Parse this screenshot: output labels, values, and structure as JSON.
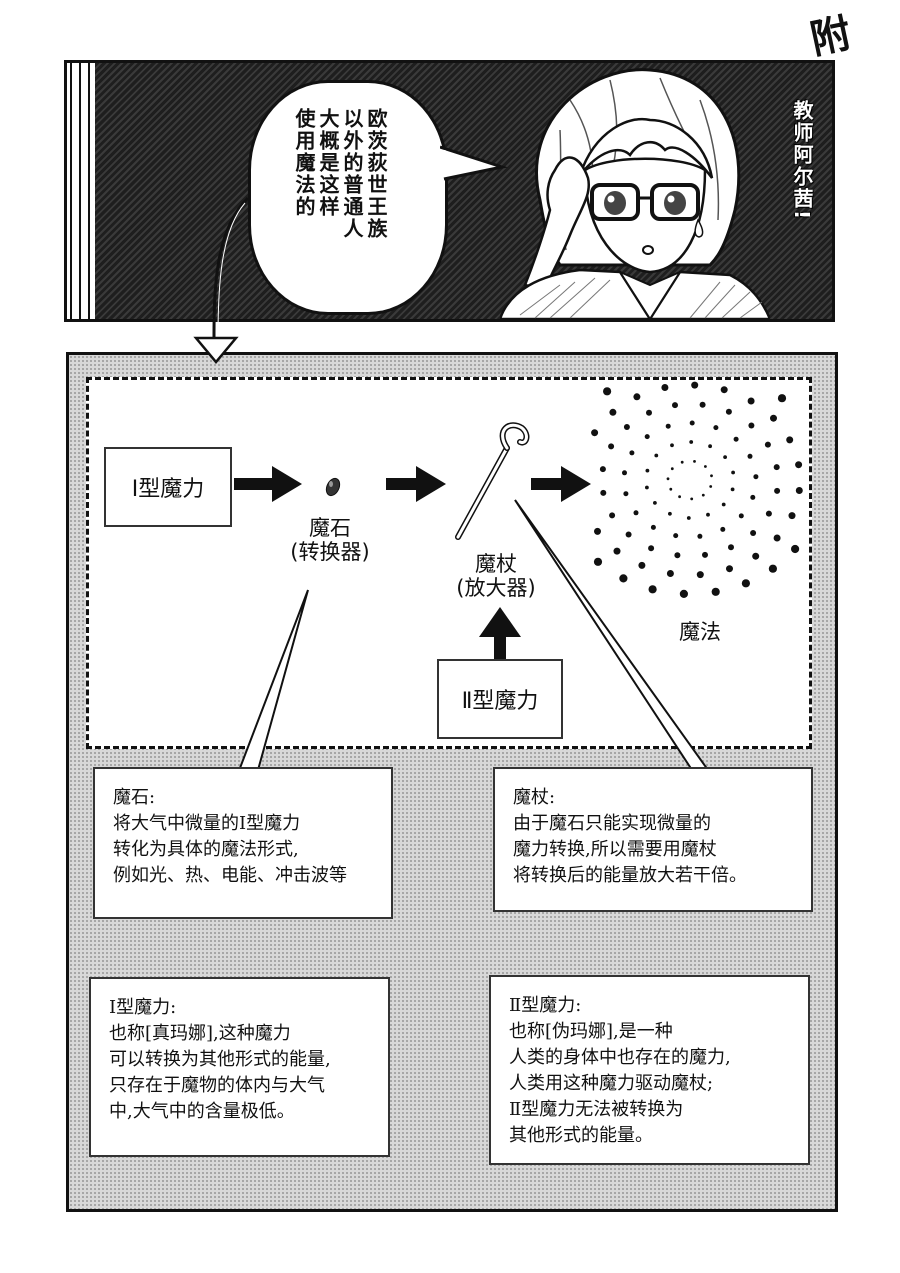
{
  "speech_bubble": {
    "lines": [
      "欧茨荻世王族",
      "以外的普通人",
      "大概是这样",
      "使用魔法的"
    ]
  },
  "side_label": "教师阿尔茜!",
  "stamp": "附",
  "diagram": {
    "type1_box": "Ⅰ型魔力",
    "type2_box": "Ⅱ型魔力",
    "magic_stone_label": "魔石",
    "magic_stone_sub": "(转换器)",
    "magic_staff_label": "魔杖",
    "magic_staff_sub": "(放大器)",
    "magic_label": "魔法"
  },
  "notes": {
    "stone": "魔石:\n将大气中微量的Ⅰ型魔力\n转化为具体的魔法形式,\n例如光、热、电能、冲击波等",
    "staff": "魔杖:\n由于魔石只能实现微量的\n魔力转换,所以需要用魔杖\n将转换后的能量放大若干倍。",
    "type1": "Ⅰ型魔力:\n也称[真玛娜],这种魔力\n可以转换为其他形式的能量,\n只存在于魔物的体内与大气\n中,大气中的含量极低。",
    "type2": "Ⅱ型魔力:\n也称[伪玛娜],是一种\n人类的身体中也存在的魔力,\n人类用这种魔力驱动魔杖;\nⅡ型魔力无法被转换为\n其他形式的能量。"
  }
}
